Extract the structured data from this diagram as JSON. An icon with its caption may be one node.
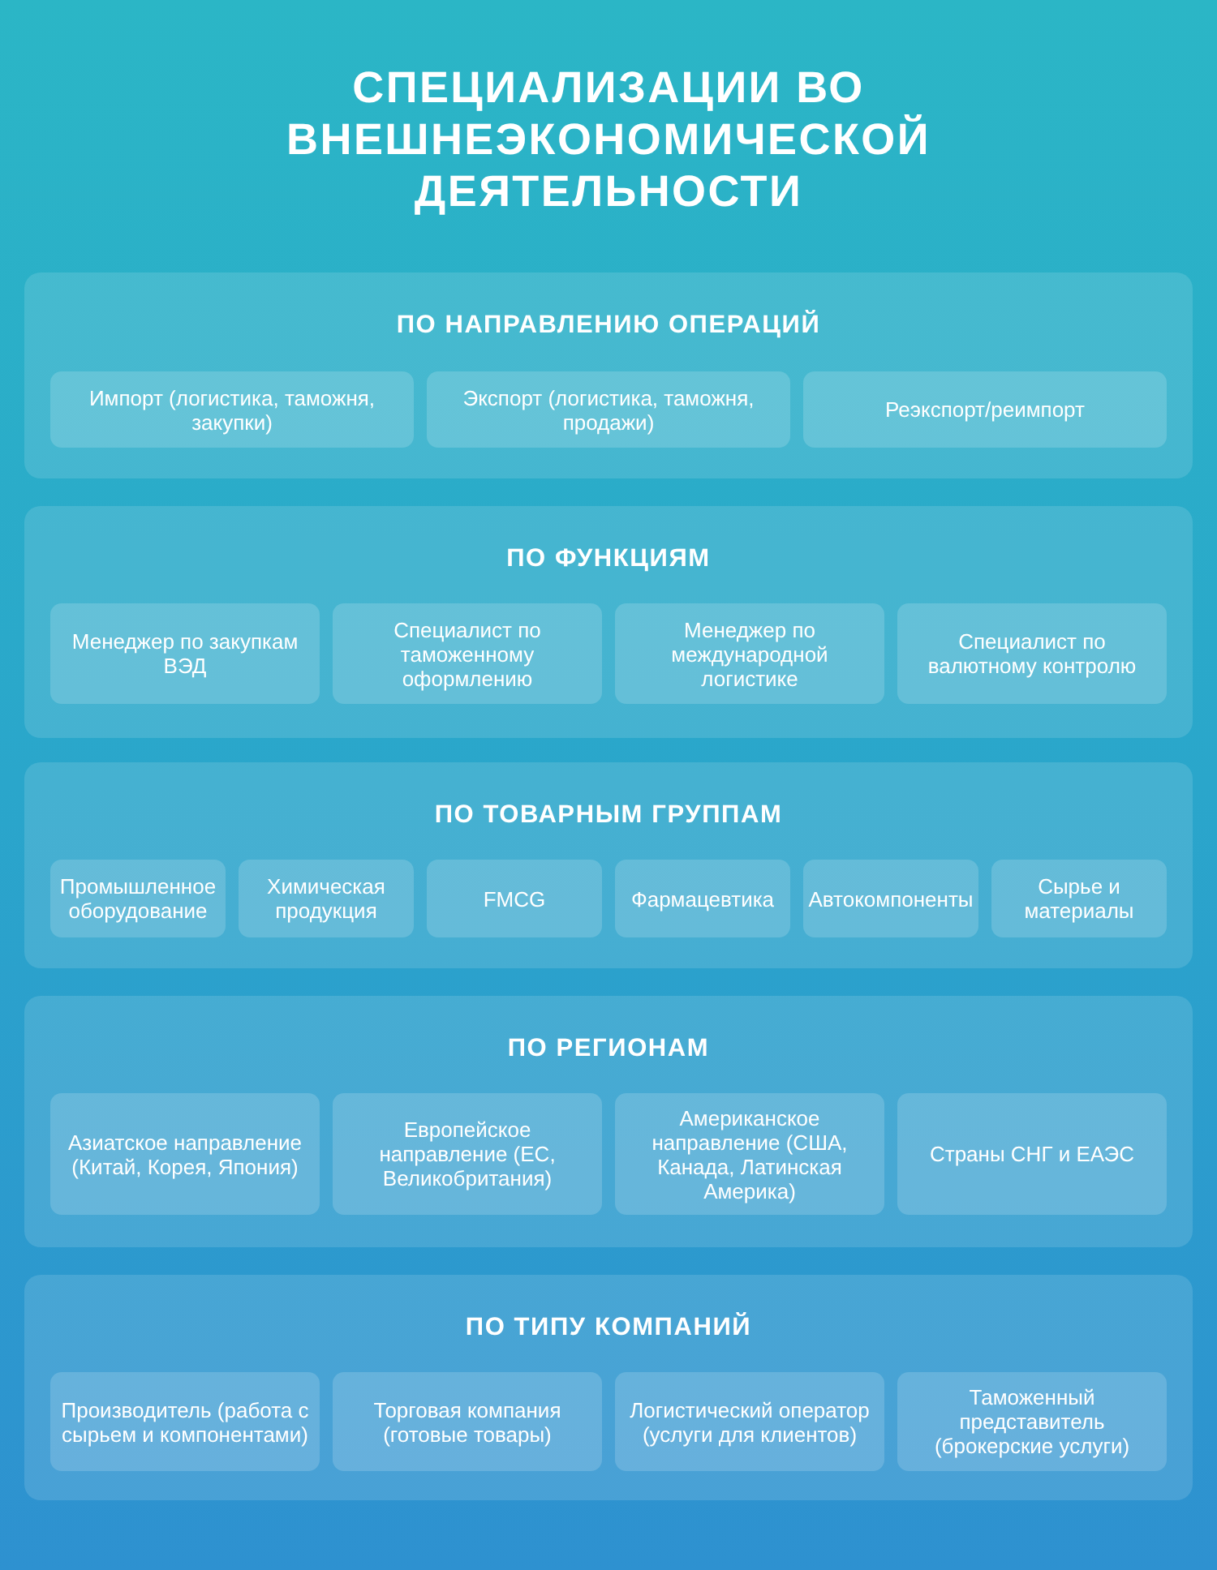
{
  "diagram": {
    "title": "СПЕЦИАЛИЗАЦИИ ВО ВНЕШНЕЭКОНОМИЧЕСКОЙ ДЕЯТЕЛЬНОСТИ",
    "nodes": [
      {
        "text": [
          "ПО НАПРАВЛЕНИЮ ОПЕРАЦИЙ"
        ]
      },
      {
        "text": [
          "Импорт (логистика, таможня, закупки)"
        ],
        "in": 0
      },
      {
        "text": [
          "Экспорт (логистика, таможня, продажи)"
        ],
        "in": 0
      },
      {
        "text": [
          "Реэкспорт/реимпорт"
        ],
        "in": 0
      },
      {
        "text": [
          "ПО ФУНКЦИЯМ"
        ]
      },
      {
        "text": [
          "Менеджер по закупкам ВЭД"
        ],
        "in": 4
      },
      {
        "text": [
          "Специалист по таможенному оформлению"
        ],
        "in": 4
      },
      {
        "text": [
          "Менеджер по международной логистике"
        ],
        "in": 4
      },
      {
        "text": [
          "Специалист по валютному контролю"
        ],
        "in": 4
      },
      {
        "text": [
          "ПО ТОВАРНЫМ ГРУППАМ"
        ]
      },
      {
        "text": [
          "Промышленное оборудование"
        ],
        "in": 9
      },
      {
        "text": [
          "Химическая продукция"
        ],
        "in": 9
      },
      {
        "text": [
          "FMCG"
        ],
        "in": 9
      },
      {
        "text": [
          "Фармацевтика"
        ],
        "in": 9
      },
      {
        "text": [
          "Автокомпоненты"
        ],
        "in": 9
      },
      {
        "text": [
          "Сырье и материалы"
        ],
        "in": 9
      },
      {
        "text": [
          "ПО РЕГИОНАМ"
        ]
      },
      {
        "text": [
          "Азиатское направление (Китай, Корея, Япония)"
        ],
        "in": 16
      },
      {
        "text": [
          "Европейское направление (ЕС, Великобритания)"
        ],
        "in": 16
      },
      {
        "text": [
          "Американское направление (США, Канада, Латинская Америка)"
        ],
        "in": 16
      },
      {
        "text": [
          "Страны СНГ и ЕАЭС"
        ],
        "in": 16
      },
      {
        "text": [
          "ПО ТИПУ КОМПАНИЙ"
        ]
      },
      {
        "text": [
          "Производитель (работа с сырьем и компонентами)"
        ],
        "in": 21
      },
      {
        "text": [
          "Торговая компания (готовые товары)"
        ],
        "in": 21
      },
      {
        "text": [
          "Логистический оператор (услуги для клиентов)"
        ],
        "in": 21
      },
      {
        "text": [
          "Таможенный представитель (брокерские услуги)"
        ],
        "in": 21
      }
    ]
  }
}
